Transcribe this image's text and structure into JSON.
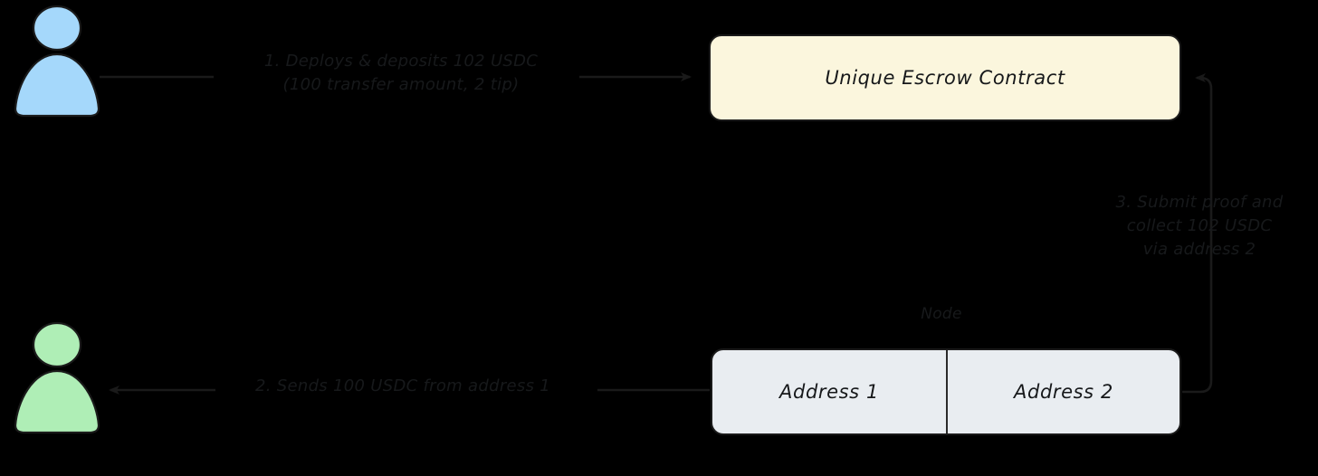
{
  "diagram": {
    "title": "USDC escrow payment flow",
    "background": "#000000",
    "colors": {
      "sender_fill": "#A5D8FB",
      "receiver_fill": "#AFEEB6",
      "escrow_fill": "#FBF6DD",
      "node_fill": "#E9EDF1",
      "stroke": "#1a1a1a",
      "text": "#17191b"
    }
  },
  "actors": [
    {
      "id": "sender",
      "icon": "person-icon",
      "color": "#A5D8FB"
    },
    {
      "id": "receiver",
      "icon": "person-icon",
      "color": "#AFEEB6"
    }
  ],
  "nodes": {
    "escrow": {
      "label": "Unique Escrow Contract"
    },
    "node_box": {
      "caption": "Node",
      "cells": [
        {
          "label": "Address 1"
        },
        {
          "label": "Address 2"
        }
      ]
    }
  },
  "edges": [
    {
      "id": "step-1",
      "from": "sender",
      "to": "escrow",
      "label": "1. Deploys & deposits 102 USDC\n(100 transfer amount, 2 tip)"
    },
    {
      "id": "step-2",
      "from": "node-address-1",
      "to": "receiver",
      "label": "2. Sends 100 USDC from address 1"
    },
    {
      "id": "step-3",
      "from": "node-address-2",
      "to": "escrow",
      "label": "3. Submit proof and\ncollect 102 USDC\nvia address 2"
    }
  ]
}
